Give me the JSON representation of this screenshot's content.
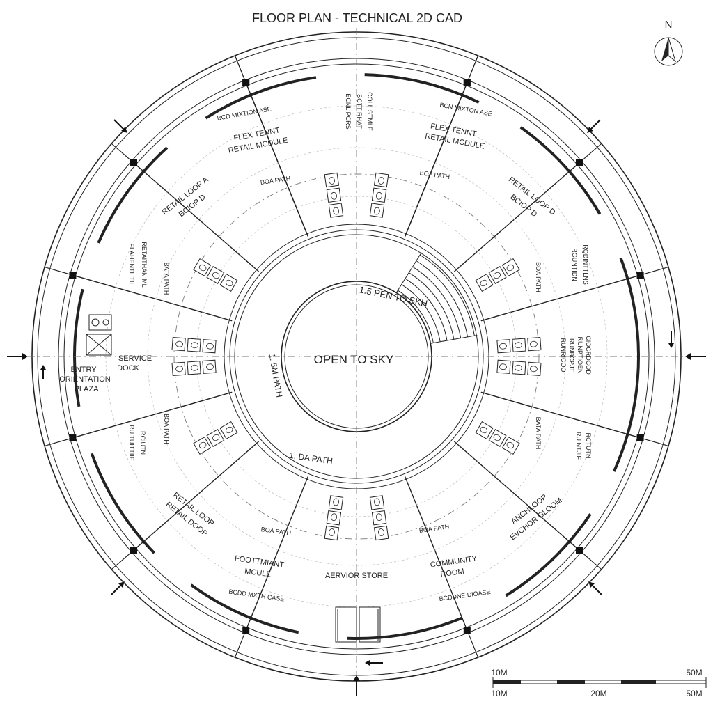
{
  "title": "FLOOR PLAN - TECHNICAL 2D CAD",
  "north_label": "N",
  "center": {
    "label": "OPEN TO SKY",
    "ramp_label": "1.5 PEN TO SKH",
    "path_label_left": "1. 5M PATH",
    "path_label_bottom": "1. DA PATH"
  },
  "rooms": {
    "flex_left_1": "FLEX TENNT",
    "flex_left_2": "RETAIL MCDULE",
    "flex_left_tag": "BCD MIXTION ASE",
    "flex_left_bath": "BOA PATH",
    "flex_right_1": "FLEX TENNT",
    "flex_right_2": "RETAIL MCDULE",
    "flex_right_tag": "BCN MIXTON ASE",
    "flex_right_bath": "BOA PATH",
    "top_corr_1": "ECNL PCRS",
    "top_corr_2": "SCTT RHAT",
    "top_corr_3": "COLL STMLE",
    "loop_nw_1": "RETAIL LOOP A",
    "loop_nw_2": "BCIOP D",
    "loop_ne_1": "RETAIL LOOP D",
    "loop_ne_2": "BCIOP D",
    "west_upper_1": "FLAHENTL TIL",
    "west_upper_2": "RETAITHAN ML",
    "west_upper_bath": "BATA PATH",
    "east_upper_1": "RGUNTIDN",
    "east_upper_2": "RQDINTTLNS",
    "east_upper_bath": "BOA PATH",
    "east_1": "CIOCRDCOD",
    "east_2": "RUNPTIOEN",
    "east_3": "RUNBCPJT",
    "east_4": "RUNRICOO",
    "service_1": "SERVICE",
    "service_2": "DOCK",
    "entry_1": "ENTRY",
    "entry_2": "ORIENTATION",
    "entry_3": "PLAZA",
    "west_lower_1": "RU TUITTIIE",
    "west_lower_2": "RCIUTN",
    "west_lower_bath": "BOA PATH",
    "east_lower_1": "RU NTJIF",
    "east_lower_2": "RCTUTN",
    "east_lower_bath": "BATA PATH",
    "loop_sw_1": "RETAIL LOOP",
    "loop_sw_2": "RETAIL DOOP",
    "loop_se_1": "ANCHLOOP",
    "loop_se_2": "EVCHOR GLOOM",
    "foot_1": "FOOTTMIANT",
    "foot_2": "MCULE",
    "foot_tag": "BCDD MXTH CASE",
    "foot_bath": "BOA PATH",
    "store": "AERVIOR STORE",
    "community_1": "COMMUNITY",
    "community_2": "ROOM",
    "community_tag": "BCDDNE DIOASE",
    "community_bath": "BOA PATH"
  },
  "scale": {
    "top_left": "10M",
    "top_right": "50M",
    "bottom_left": "10M",
    "bottom_mid": "20M",
    "bottom_right": "50M"
  }
}
